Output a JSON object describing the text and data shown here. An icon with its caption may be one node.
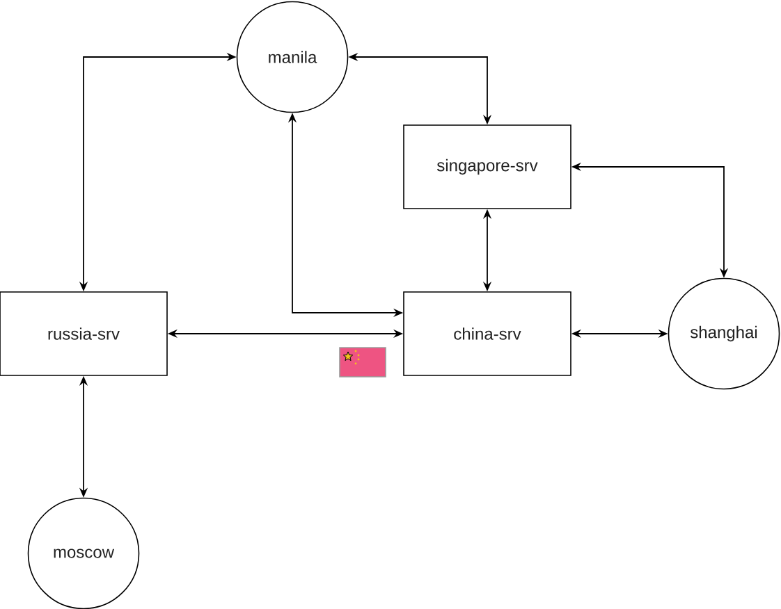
{
  "diagram": {
    "nodes": [
      {
        "text": [
          "manila"
        ]
      },
      {
        "text": [
          "singapore-srv"
        ]
      },
      {
        "text": [
          "russia-srv"
        ]
      },
      {
        "text": [
          "china-srv"
        ]
      },
      {
        "text": [
          "shanghai"
        ]
      },
      {
        "text": [
          "moscow"
        ]
      }
    ],
    "edges": [
      {
        "from": 2,
        "to": 0,
        "arrow": "both"
      },
      {
        "from": 0,
        "to": 1,
        "arrow": "both"
      },
      {
        "from": 0,
        "to": 3,
        "arrow": "both"
      },
      {
        "from": 1,
        "to": 3,
        "arrow": "both"
      },
      {
        "from": 1,
        "to": 4,
        "arrow": "both"
      },
      {
        "from": 2,
        "to": 3,
        "arrow": "both"
      },
      {
        "from": 3,
        "to": 4,
        "arrow": "both"
      },
      {
        "from": 2,
        "to": 5,
        "arrow": "both"
      }
    ]
  }
}
